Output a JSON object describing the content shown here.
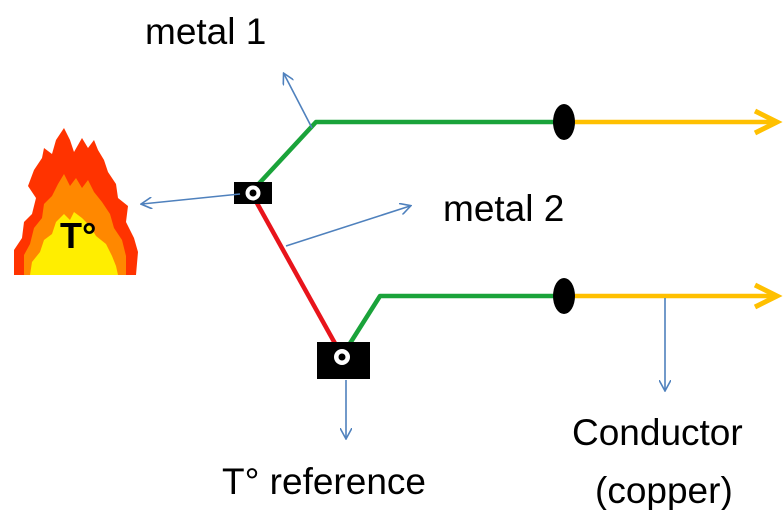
{
  "labels": {
    "metal1": "metal 1",
    "metal2": "metal 2",
    "heat_source": "T°",
    "reference": "T° reference",
    "conductor_line1": "Conductor",
    "conductor_line2": "(copper)"
  },
  "colors": {
    "metal1_wire": "#1aa33a",
    "metal2_wire": "#e8141b",
    "copper_wire": "#ffc000",
    "pointer_arrow": "#4f81bd",
    "junction": "#000000",
    "flame_outer": "#ff3300",
    "flame_mid": "#ff8800",
    "flame_inner": "#ffee00"
  },
  "icons": {
    "heat_source": "flame-icon",
    "hot_junction": "junction-icon",
    "cold_junction": "reference-junction-icon"
  }
}
